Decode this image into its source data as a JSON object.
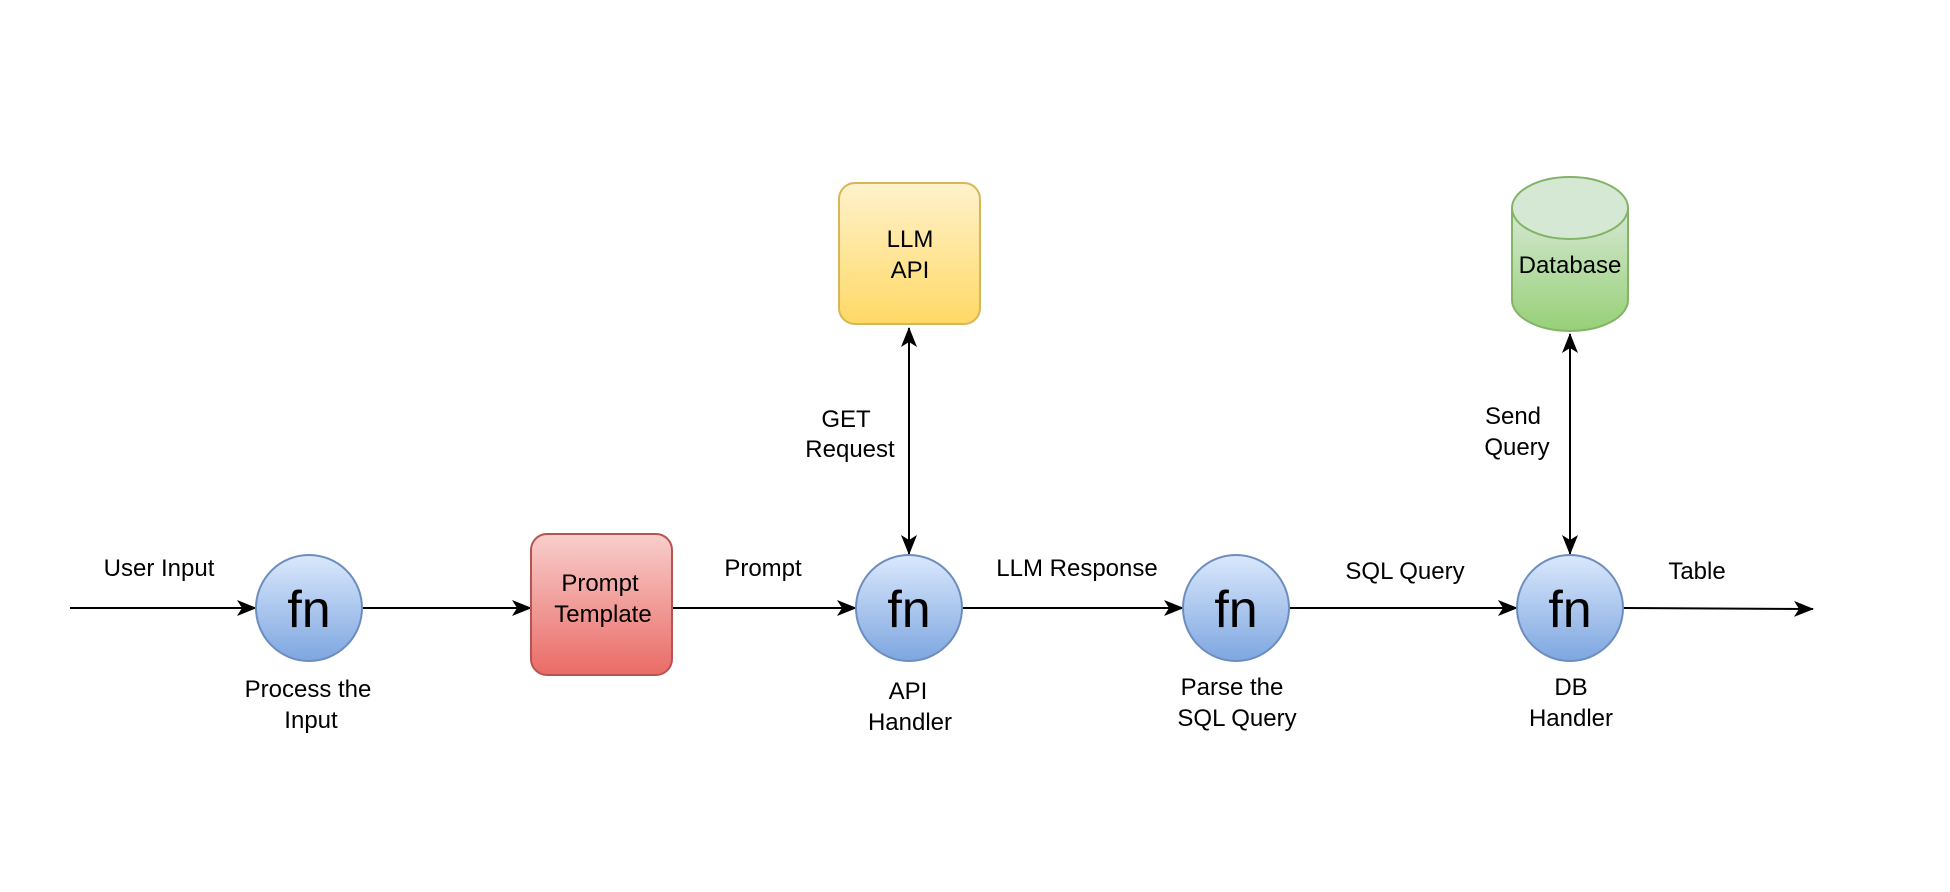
{
  "nodes": {
    "process": {
      "symbol": "fn",
      "caption_line1": "Process the",
      "caption_line2": "Input"
    },
    "prompt_template": {
      "line1": "Prompt",
      "line2": "Template"
    },
    "api_handler": {
      "symbol": "fn",
      "caption_line1": "API",
      "caption_line2": "Handler"
    },
    "parse_sql": {
      "symbol": "fn",
      "caption_line1": "Parse the",
      "caption_line2": "SQL Query"
    },
    "db_handler": {
      "symbol": "fn",
      "caption_line1": "DB",
      "caption_line2": "Handler"
    },
    "llm_api": {
      "line1": "LLM",
      "line2": "API"
    },
    "database": {
      "label": "Database"
    }
  },
  "edges": {
    "user_input": "User Input",
    "prompt": "Prompt",
    "llm_response": "LLM Response",
    "sql_query": "SQL Query",
    "table": "Table",
    "get_request_line1": "GET",
    "get_request_line2": "Request",
    "send_query_line1": "Send",
    "send_query_line2": "Query"
  },
  "colors": {
    "fn_fill_top": "#dae8fc",
    "fn_fill_bottom": "#7ea6e0",
    "fn_stroke": "#6c8ebf",
    "prompt_fill_top": "#f8cecc",
    "prompt_fill_bottom": "#ea6b66",
    "prompt_stroke": "#b85450",
    "llm_fill_top": "#fff2cc",
    "llm_fill_bottom": "#ffd966",
    "llm_stroke": "#d6b656",
    "db_fill_top": "#d5e8d4",
    "db_fill_bottom": "#97d077",
    "db_stroke": "#82b366"
  }
}
